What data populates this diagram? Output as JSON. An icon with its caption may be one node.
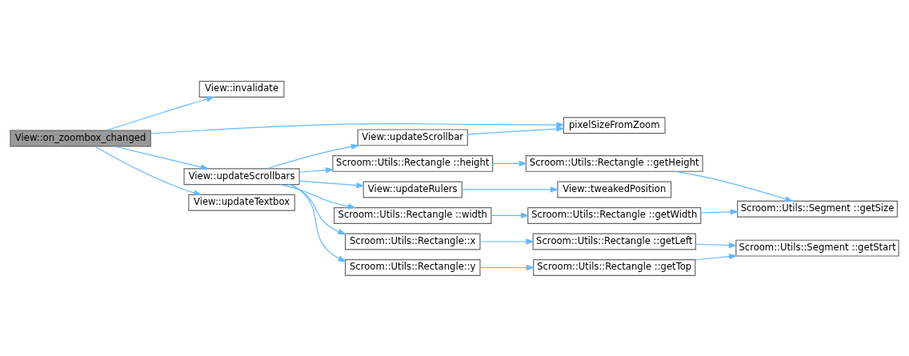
{
  "diagram": {
    "nodes": [
      {
        "text": [
          "View::on_zoombox_changed"
        ]
      },
      {
        "text": [
          "View::invalidate"
        ]
      },
      {
        "text": [
          "pixelSizeFromZoom"
        ]
      },
      {
        "text": [
          "View::updateScrollbars"
        ]
      },
      {
        "text": [
          "View::updateScrollbar"
        ]
      },
      {
        "text": [
          "Scroom::Utils::Rectangle ::height"
        ]
      },
      {
        "text": [
          "Scroom::Utils::Rectangle ::getHeight"
        ]
      },
      {
        "text": [
          "Scroom::Utils::Segment ::getSize"
        ]
      },
      {
        "text": [
          "View::updateRulers"
        ]
      },
      {
        "text": [
          "View::tweakedPosition"
        ]
      },
      {
        "text": [
          "Scroom::Utils::Rectangle ::width"
        ]
      },
      {
        "text": [
          "Scroom::Utils::Rectangle ::getWidth"
        ]
      },
      {
        "text": [
          "Scroom::Utils::Rectangle::x"
        ]
      },
      {
        "text": [
          "Scroom::Utils::Rectangle ::getLeft"
        ]
      },
      {
        "text": [
          "Scroom::Utils::Segment ::getStart"
        ]
      },
      {
        "text": [
          "Scroom::Utils::Rectangle::y"
        ]
      },
      {
        "text": [
          "Scroom::Utils::Rectangle ::getTop"
        ]
      },
      {
        "text": [
          "View::updateTextbox"
        ]
      }
    ],
    "edges": [
      {
        "from": 0,
        "to": 1,
        "arrow": "to"
      },
      {
        "from": 0,
        "to": 2,
        "arrow": "to"
      },
      {
        "from": 0,
        "to": 3,
        "arrow": "to"
      },
      {
        "from": 0,
        "to": 17,
        "arrow": "to"
      },
      {
        "from": 3,
        "to": 4,
        "arrow": "to"
      },
      {
        "from": 4,
        "to": 2,
        "arrow": "to"
      },
      {
        "from": 3,
        "to": 5,
        "arrow": "to"
      },
      {
        "from": 5,
        "to": 6,
        "arrow": "to"
      },
      {
        "from": 6,
        "to": 7,
        "arrow": "to"
      },
      {
        "from": 3,
        "to": 8,
        "arrow": "to"
      },
      {
        "from": 8,
        "to": 9,
        "arrow": "to"
      },
      {
        "from": 3,
        "to": 10,
        "arrow": "to"
      },
      {
        "from": 10,
        "to": 11,
        "arrow": "to"
      },
      {
        "from": 11,
        "to": 7,
        "arrow": "to"
      },
      {
        "from": 3,
        "to": 12,
        "arrow": "to"
      },
      {
        "from": 12,
        "to": 13,
        "arrow": "to"
      },
      {
        "from": 13,
        "to": 14,
        "arrow": "to"
      },
      {
        "from": 3,
        "to": 15,
        "arrow": "to"
      },
      {
        "from": 15,
        "to": 16,
        "arrow": "to"
      },
      {
        "from": 16,
        "to": 14,
        "arrow": "to"
      }
    ]
  }
}
